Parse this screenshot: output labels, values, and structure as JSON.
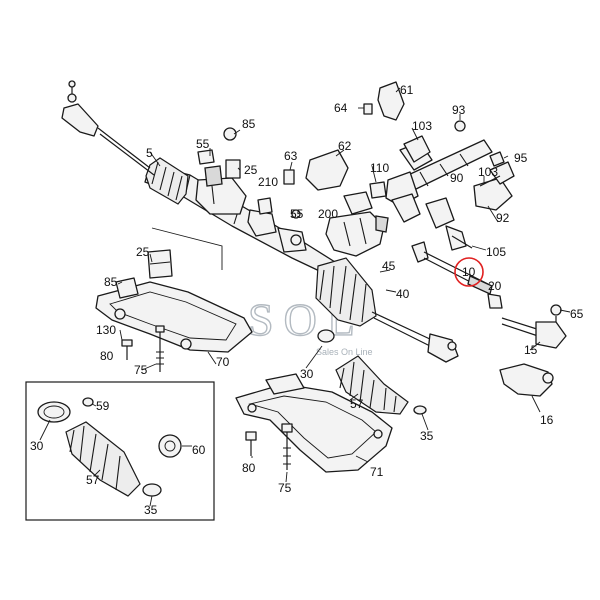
{
  "watermark": {
    "logo": "SOL",
    "tagline": "Sales On Line"
  },
  "highlight_color": "#e02020",
  "callouts": [
    {
      "id": "c5",
      "text": "5"
    },
    {
      "id": "c55",
      "text": "55"
    },
    {
      "id": "c85a",
      "text": "85"
    },
    {
      "id": "c25a",
      "text": "25"
    },
    {
      "id": "c63",
      "text": "63"
    },
    {
      "id": "c62",
      "text": "62"
    },
    {
      "id": "c210",
      "text": "210"
    },
    {
      "id": "c55b",
      "text": "55"
    },
    {
      "id": "c200",
      "text": "200"
    },
    {
      "id": "c110",
      "text": "110"
    },
    {
      "id": "c64",
      "text": "64"
    },
    {
      "id": "c61",
      "text": "61"
    },
    {
      "id": "c103a",
      "text": "103"
    },
    {
      "id": "c93",
      "text": "93"
    },
    {
      "id": "c95",
      "text": "95"
    },
    {
      "id": "c90",
      "text": "90"
    },
    {
      "id": "c103b",
      "text": "103"
    },
    {
      "id": "c92",
      "text": "92"
    },
    {
      "id": "c105",
      "text": "105"
    },
    {
      "id": "c10",
      "text": "10"
    },
    {
      "id": "c20",
      "text": "20"
    },
    {
      "id": "c45",
      "text": "45"
    },
    {
      "id": "c40",
      "text": "40"
    },
    {
      "id": "c25b",
      "text": "25"
    },
    {
      "id": "c85b",
      "text": "85"
    },
    {
      "id": "c130",
      "text": "130"
    },
    {
      "id": "c80a",
      "text": "80"
    },
    {
      "id": "c75a",
      "text": "75"
    },
    {
      "id": "c70",
      "text": "70"
    },
    {
      "id": "c30a",
      "text": "30"
    },
    {
      "id": "c57a",
      "text": "57"
    },
    {
      "id": "c35a",
      "text": "35"
    },
    {
      "id": "c65",
      "text": "65"
    },
    {
      "id": "c15",
      "text": "15"
    },
    {
      "id": "c16",
      "text": "16"
    },
    {
      "id": "c71",
      "text": "71"
    },
    {
      "id": "c80b",
      "text": "80"
    },
    {
      "id": "c75b",
      "text": "75"
    },
    {
      "id": "c59",
      "text": "59"
    },
    {
      "id": "c30b",
      "text": "30"
    },
    {
      "id": "c60",
      "text": "60"
    },
    {
      "id": "c57b",
      "text": "57"
    },
    {
      "id": "c35b",
      "text": "35"
    }
  ]
}
